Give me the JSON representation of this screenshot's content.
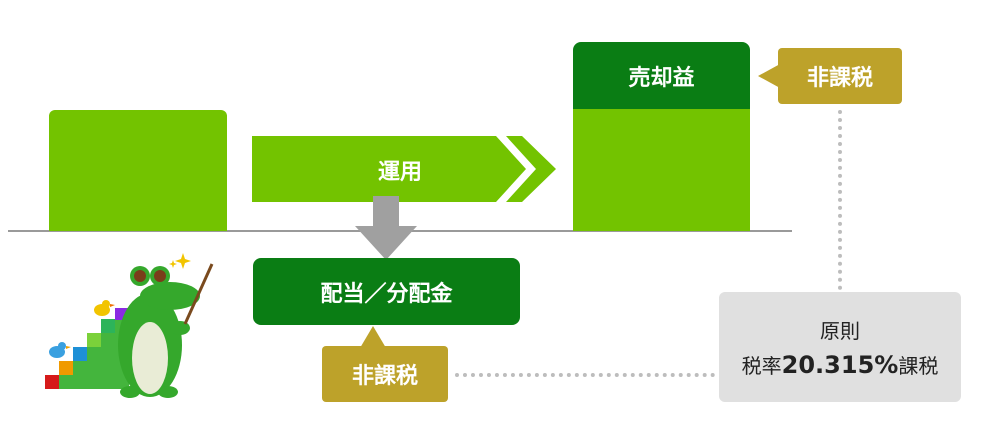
{
  "flow_label": "運用",
  "capital_gain_label": "売却益",
  "dividend_label": "配当／分配金",
  "tax_exempt_label": "非課税",
  "principle": {
    "line1": "原則",
    "tax_prefix": "税率",
    "rate": "20.315",
    "percent": "%",
    "tax_suffix": "課税"
  },
  "colors": {
    "light_green": "#73c300",
    "dark_green": "#0a7d14",
    "olive": "#bda22a",
    "grey": "#e0e0e0"
  },
  "icons": [
    "crocodile-mascot-icon",
    "pointer-stick-icon",
    "bird-icon",
    "sparkle-icon",
    "staircase-blocks-icon"
  ]
}
